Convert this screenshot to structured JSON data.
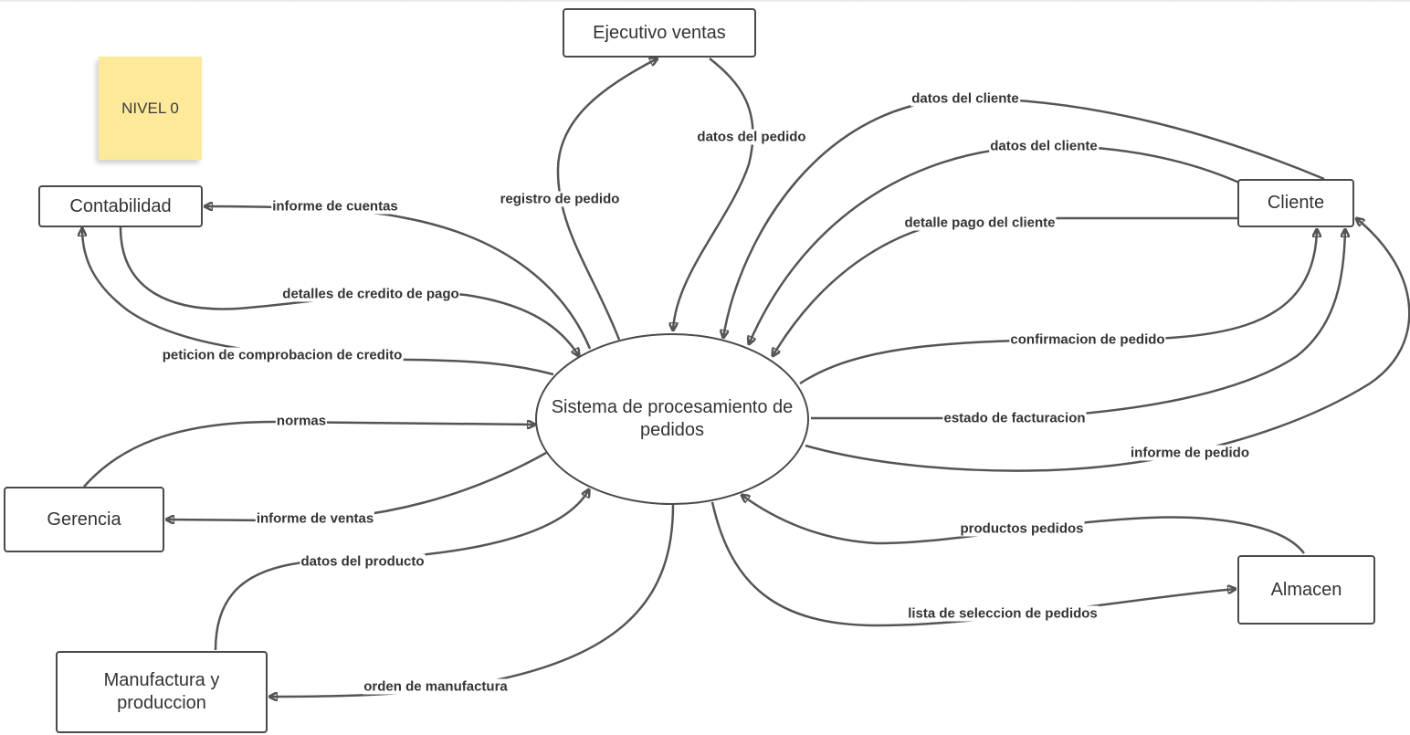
{
  "sticky_note": {
    "text": "NIVEL 0"
  },
  "process": {
    "label": "Sistema de procesamiento de pedidos"
  },
  "entities": {
    "ejecutivo": "Ejecutivo ventas",
    "contabilidad": "Contabilidad",
    "cliente": "Cliente",
    "gerencia": "Gerencia",
    "almacen": "Almacen",
    "manufactura": "Manufactura y produccion"
  },
  "flows": {
    "registro_pedido": "registro de pedido",
    "datos_pedido": "datos del pedido",
    "datos_cliente_1": "datos del cliente",
    "datos_cliente_2": "datos del cliente",
    "detalle_pago": "detalle pago del cliente",
    "confirmacion": "confirmacion de pedido",
    "facturacion": "estado de facturacion",
    "informe_pedido": "informe de pedido",
    "productos_pedidos": "productos pedidos",
    "lista_seleccion": "lista de seleccion de pedidos",
    "orden_manufactura": "orden de manufactura",
    "datos_producto": "datos del producto",
    "informe_ventas": "informe de ventas",
    "normas": "normas",
    "peticion_credito": "peticion de comprobacion de credito",
    "detalles_credito": "detalles de credito de pago",
    "informe_cuentas": "informe de cuentas"
  },
  "colors": {
    "stroke": "#555555",
    "sticky": "#fde99a",
    "text": "#333333"
  }
}
